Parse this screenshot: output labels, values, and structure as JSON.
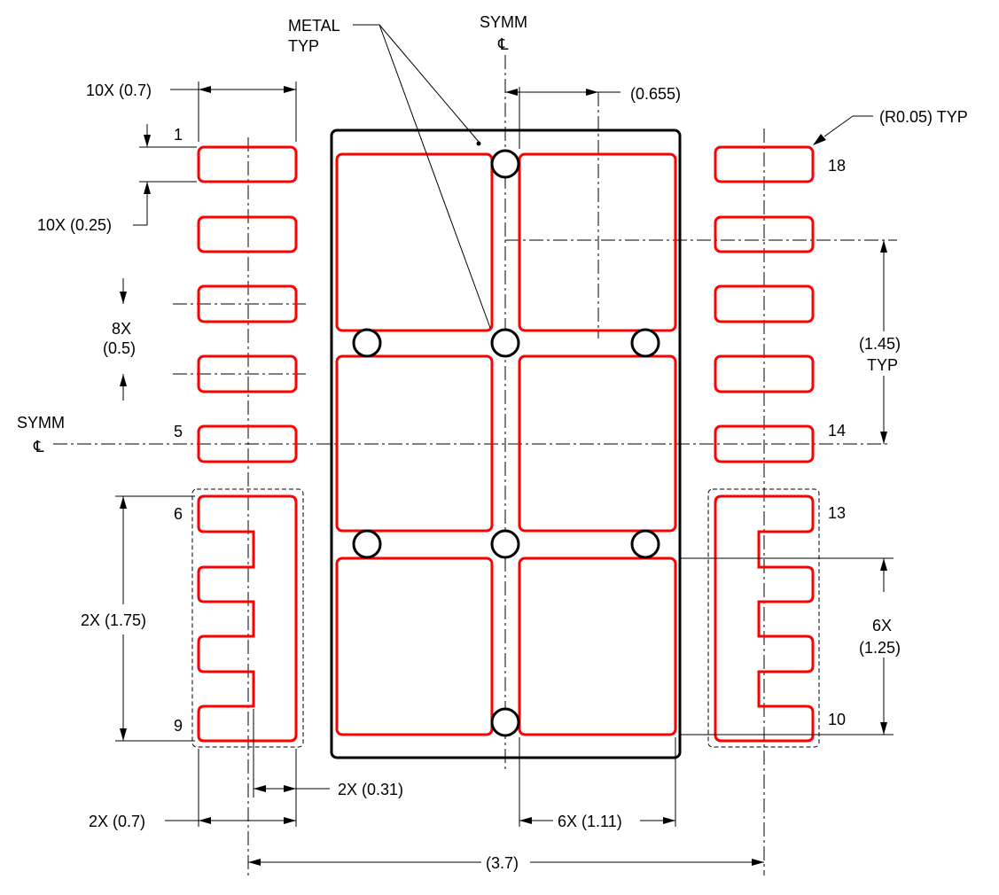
{
  "labels": {
    "metal_typ_line1": "METAL",
    "metal_typ_line2": "TYP",
    "symm_top": "SYMM",
    "symm_left": "SYMM",
    "centerline_symbol": "℄",
    "dim_10x_07": "10X (0.7)",
    "dim_10x_025": "10X (0.25)",
    "dim_8x": "8X",
    "dim_8x_value": "(0.5)",
    "dim_2x_175": "2X (1.75)",
    "dim_2x_031": "2X (0.31)",
    "dim_2x_07": "2X (0.7)",
    "dim_6x_111": "6X (1.11)",
    "dim_37": "(3.7)",
    "dim_0655": "(0.655)",
    "dim_r005": "(R0.05) TYP",
    "dim_145": "(1.45)",
    "dim_145_typ": "TYP",
    "dim_6x": "6X",
    "dim_6x_value": "(1.25)"
  },
  "pin_labels": {
    "pin_1": "1",
    "pin_5": "5",
    "pin_6": "6",
    "pin_9": "9",
    "pin_10": "10",
    "pin_13": "13",
    "pin_14": "14",
    "pin_18": "18"
  },
  "colors": {
    "pad_outline": "#ff0000",
    "line": "#000000",
    "background": "#ffffff"
  }
}
